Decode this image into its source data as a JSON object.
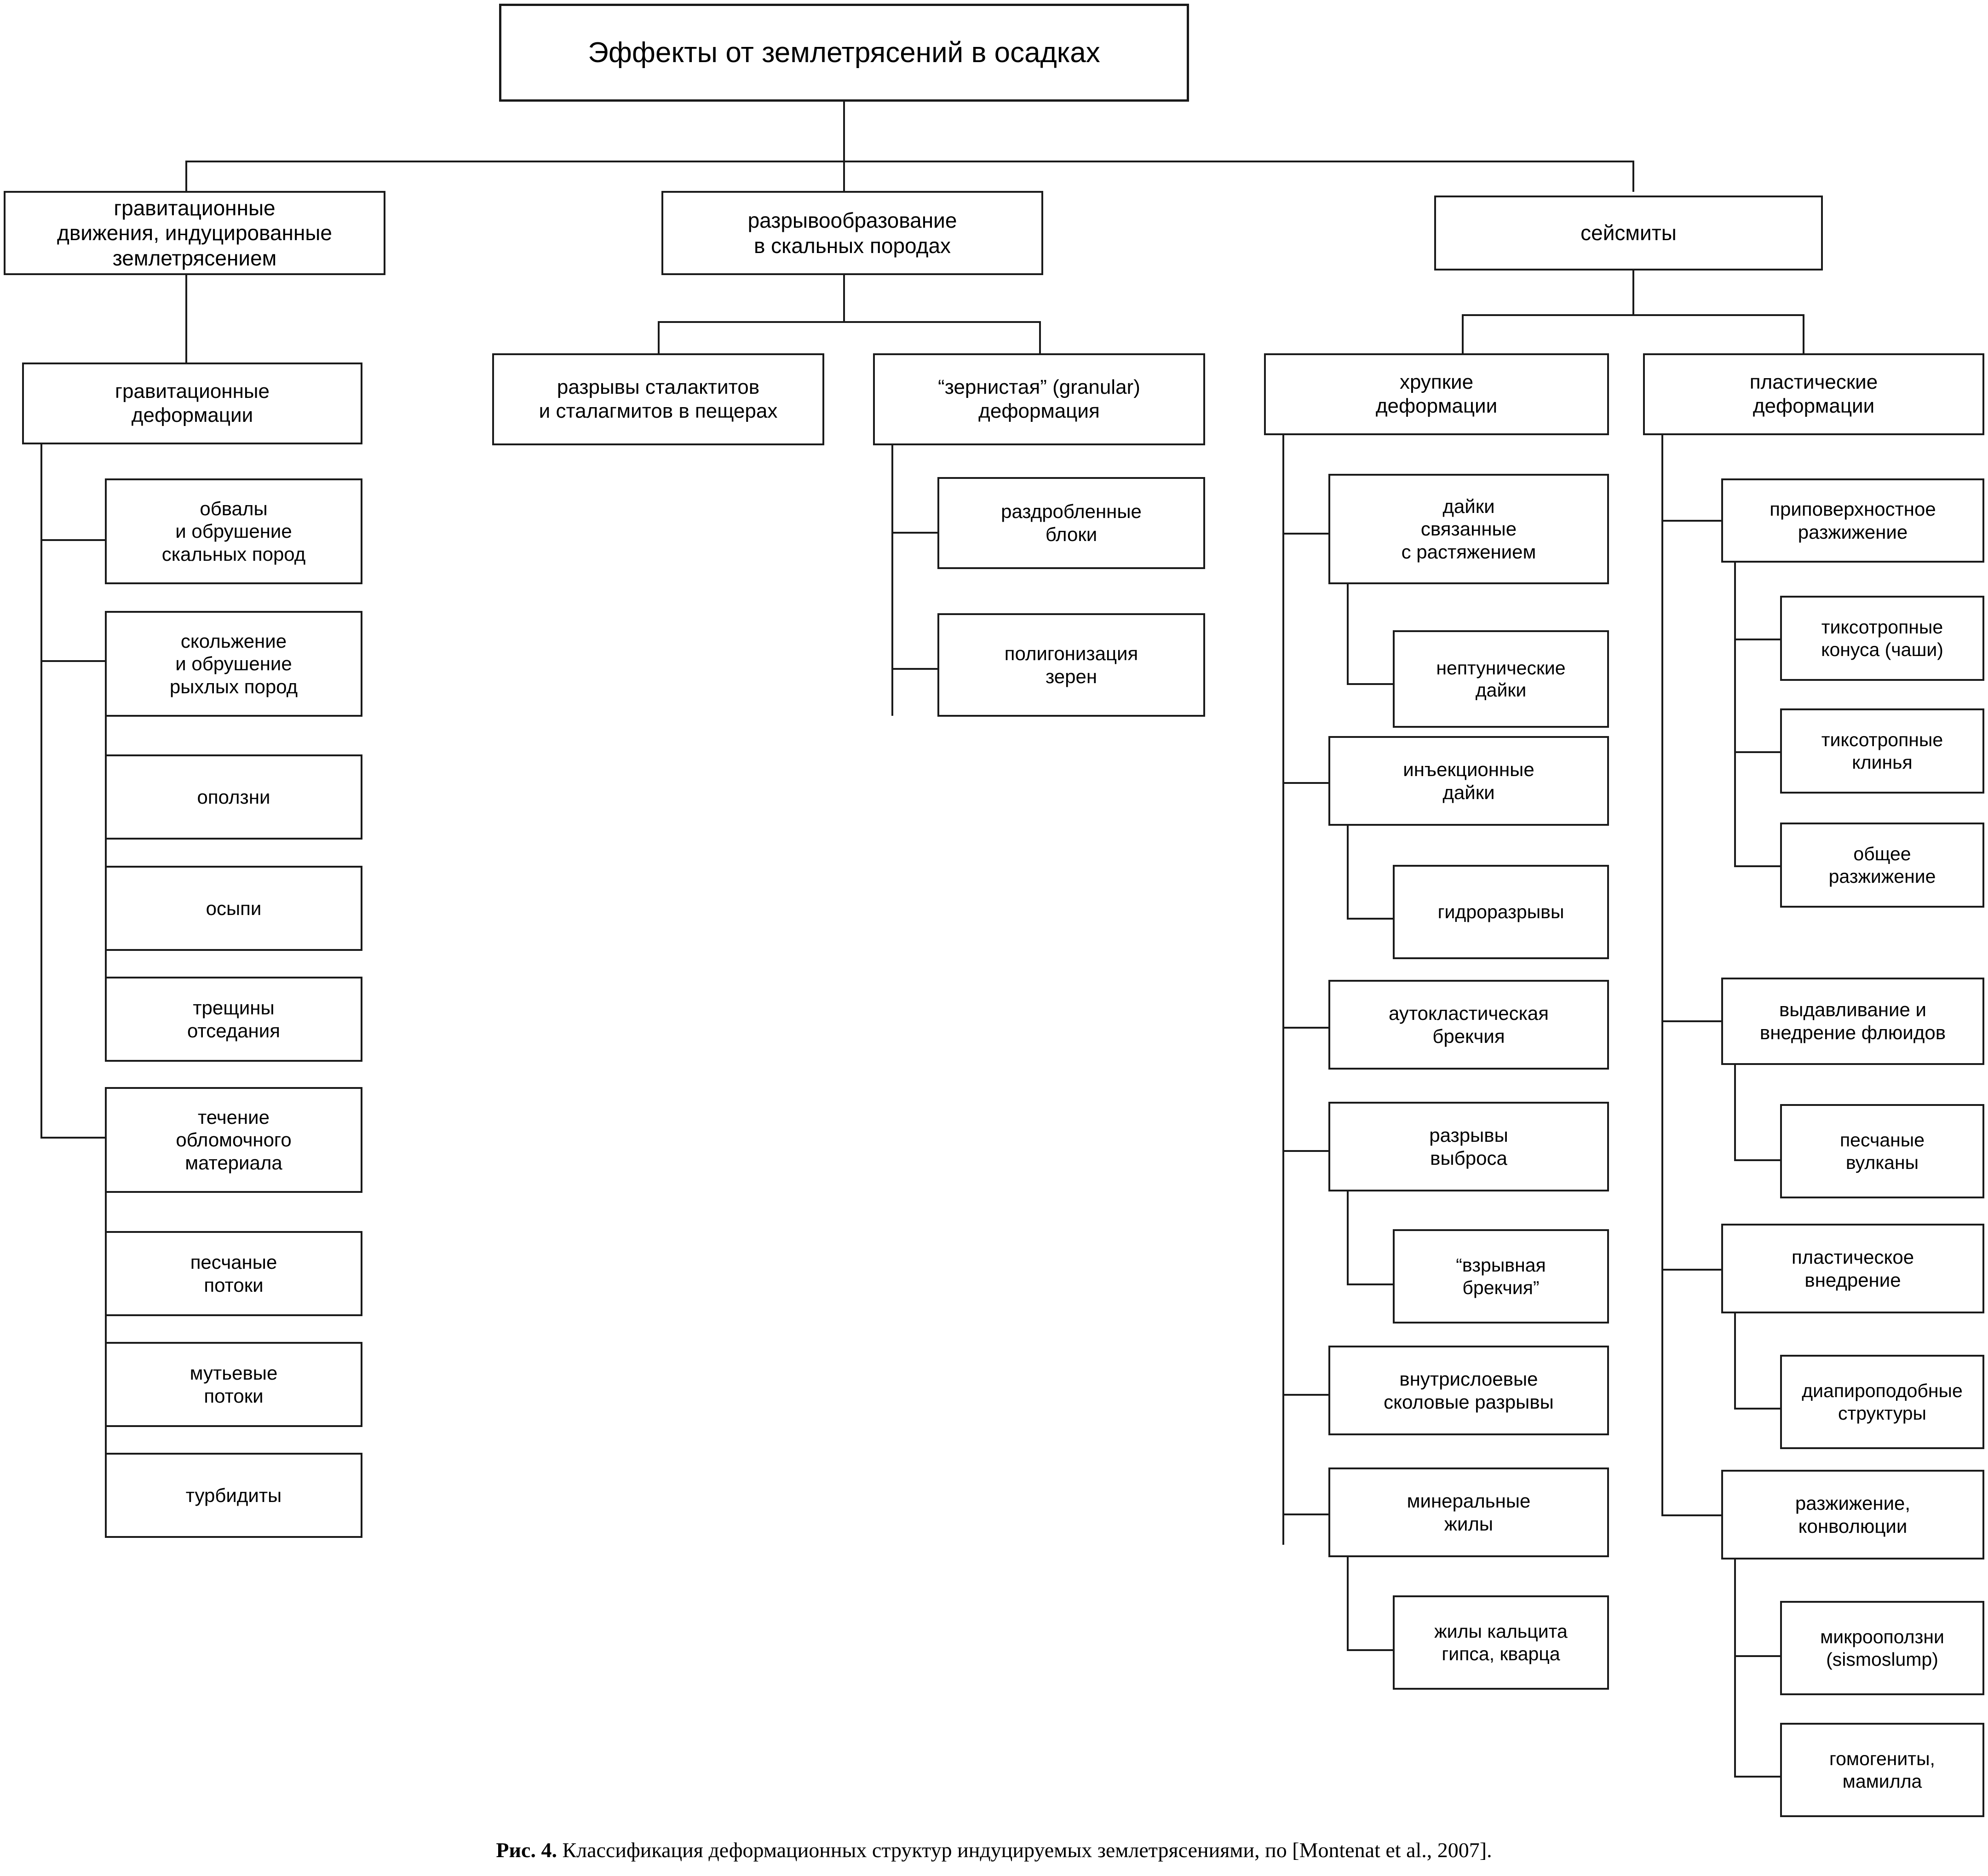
{
  "figure": {
    "caption_lead": "Рис. 4.",
    "caption_rest": " Классификация деформационных структур индуцируемых землетрясениями,  по [Montenat et al., 2007]."
  },
  "colors": {
    "stroke": "#1a1a1a",
    "background": "#ffffff",
    "text": "#000000"
  },
  "chart_data": {
    "type": "tree-diagram",
    "title": "Эффекты от землетрясений в осадках",
    "root": "Эффекты от землетрясений в осадках",
    "branches": [
      {
        "label": "гравитационные\nдвижения, индуцированные\nземлетрясением",
        "children": [
          {
            "label": "гравитационные\nдеформации",
            "children": [
              {
                "label": "обвалы\nи обрушение\nскальных пород",
                "children": []
              },
              {
                "label": "скольжение\nи обрушение\nрыхлых пород",
                "children": [
                  {
                    "label": "оползни",
                    "children": []
                  },
                  {
                    "label": "осыпи",
                    "children": []
                  },
                  {
                    "label": "трещины\nотседания",
                    "children": []
                  }
                ]
              },
              {
                "label": "течение\nобломочного\nматериала",
                "children": [
                  {
                    "label": "песчаные\nпотоки",
                    "children": []
                  },
                  {
                    "label": "мутьевые\nпотоки",
                    "children": []
                  },
                  {
                    "label": "турбидиты",
                    "children": []
                  }
                ]
              }
            ]
          }
        ]
      },
      {
        "label": "разрывообразование\nв скальных породах",
        "children": [
          {
            "label": "разрывы сталактитов\nи сталагмитов в пещерах",
            "children": []
          },
          {
            "label": "“зернистая” (granular)\nдеформация",
            "children": [
              {
                "label": "раздробленные\nблоки",
                "children": []
              },
              {
                "label": "полигонизация\nзерен",
                "children": []
              }
            ]
          }
        ]
      },
      {
        "label": "сейсмиты",
        "children": [
          {
            "label": "хрупкие\nдеформации",
            "children": [
              {
                "label": "дайки\nсвязанные\nс растяжением",
                "children": [
                  {
                    "label": "нептунические\nдайки",
                    "children": []
                  }
                ]
              },
              {
                "label": "инъекционные\nдайки",
                "children": [
                  {
                    "label": "гидроразрывы",
                    "children": []
                  }
                ]
              },
              {
                "label": "аутокластическая\nбрекчия",
                "children": []
              },
              {
                "label": "разрывы\nвыброса",
                "children": [
                  {
                    "label": "“взрывная\nбрекчия”",
                    "children": []
                  }
                ]
              },
              {
                "label": "внутрислоевые\nсколовые разрывы",
                "children": []
              },
              {
                "label": "минеральные\nжилы",
                "children": [
                  {
                    "label": "жилы кальцита\nгипса, кварца",
                    "children": []
                  }
                ]
              }
            ]
          },
          {
            "label": "пластические\nдеформации",
            "children": [
              {
                "label": "приповерхностное\nразжижение",
                "children": [
                  {
                    "label": "тиксотропные\nконуса (чаши)",
                    "children": []
                  },
                  {
                    "label": "тиксотропные\nклинья",
                    "children": []
                  },
                  {
                    "label": "общее\nразжижение",
                    "children": []
                  }
                ]
              },
              {
                "label": "выдавливание и\nвнедрение флюидов",
                "children": [
                  {
                    "label": "песчаные\nвулканы",
                    "children": []
                  }
                ]
              },
              {
                "label": "пластическое\nвнедрение",
                "children": [
                  {
                    "label": "диапироподобные\nструктуры",
                    "children": []
                  }
                ]
              },
              {
                "label": "разжижение,\nконволюции",
                "children": [
                  {
                    "label": "микрооползни\n(sismoslump)",
                    "children": []
                  },
                  {
                    "label": "гомогениты,\nмамилла",
                    "children": []
                  }
                ]
              }
            ]
          }
        ]
      }
    ]
  },
  "nodes": {
    "root": "Эффекты от землетрясений в осадках",
    "b1": "гравитационные\nдвижения, индуцированные\nземлетрясением",
    "b2": "разрывообразование\nв скальных породах",
    "b3": "сейсмиты",
    "b1_c1": "гравитационные\nдеформации",
    "b1_c1_1": "обвалы\nи обрушение\nскальных пород",
    "b1_c1_2": "скольжение\nи обрушение\nрыхлых пород",
    "b1_c1_2_1": "оползни",
    "b1_c1_2_2": "осыпи",
    "b1_c1_2_3": "трещины\nотседания",
    "b1_c1_3": "течение\nобломочного\nматериала",
    "b1_c1_3_1": "песчаные\nпотоки",
    "b1_c1_3_2": "мутьевые\nпотоки",
    "b1_c1_3_3": "турбидиты",
    "b2_c1": "разрывы сталактитов\nи сталагмитов в пещерах",
    "b2_c2": "“зернистая” (granular)\nдеформация",
    "b2_c2_1": "раздробленные\nблоки",
    "b2_c2_2": "полигонизация\nзерен",
    "b3_c1": "хрупкие\nдеформации",
    "b3_c1_1": "дайки\nсвязанные\nс растяжением",
    "b3_c1_1_1": "нептунические\nдайки",
    "b3_c1_2": "инъекционные\nдайки",
    "b3_c1_2_1": "гидроразрывы",
    "b3_c1_3": "аутокластическая\nбрекчия",
    "b3_c1_4": "разрывы\nвыброса",
    "b3_c1_4_1": "“взрывная\nбрекчия”",
    "b3_c1_5": "внутрислоевые\nсколовые разрывы",
    "b3_c1_6": "минеральные\nжилы",
    "b3_c1_6_1": "жилы кальцита\nгипса, кварца",
    "b3_c2": "пластические\nдеформации",
    "b3_c2_1": "приповерхностное\nразжижение",
    "b3_c2_1_1": "тиксотропные\nконуса (чаши)",
    "b3_c2_1_2": "тиксотропные\nклинья",
    "b3_c2_1_3": "общее\nразжижение",
    "b3_c2_2": "выдавливание и\nвнедрение флюидов",
    "b3_c2_2_1": "песчаные\nвулканы",
    "b3_c2_3": "пластическое\nвнедрение",
    "b3_c2_3_1": "диапироподобные\nструктуры",
    "b3_c2_4": "разжижение,\nконволюции",
    "b3_c2_4_1": "микрооползни\n(sismoslump)",
    "b3_c2_4_2": "гомогениты,\nмамилла"
  }
}
